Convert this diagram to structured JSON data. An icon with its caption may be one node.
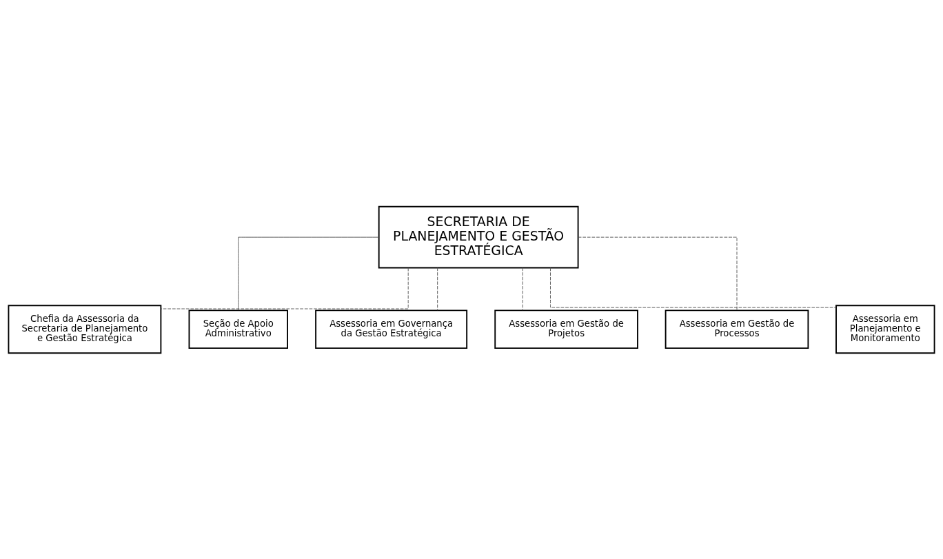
{
  "diagram": {
    "nodes": [
      {
        "text": [
          "SECRETARIA DE PLANEJAMENTO E GESTÃO ESTRATÉGICA"
        ]
      },
      {
        "text": [
          "Chefia da Assessoria da Secretaria de Planejamento e Gestão Estratégica"
        ]
      },
      {
        "text": [
          "Seção de Apoio Administrativo"
        ]
      },
      {
        "text": [
          "Assessoria em Governança da Gestão Estratégica"
        ]
      },
      {
        "text": [
          "Assessoria em Gestão de Projetos"
        ]
      },
      {
        "text": [
          "Assessoria em Gestão de Processos"
        ]
      },
      {
        "text": [
          "Assessoria em Planejamento e Monitoramento"
        ]
      }
    ],
    "edges": [
      {
        "from": 0,
        "to": 1,
        "arrow": "none",
        "style": "dashed"
      },
      {
        "from": 0,
        "to": 2,
        "arrow": "none"
      },
      {
        "from": 0,
        "to": 3,
        "arrow": "none",
        "style": "dashed"
      },
      {
        "from": 0,
        "to": 4,
        "arrow": "none",
        "style": "dashed"
      },
      {
        "from": 0,
        "to": 5,
        "arrow": "none",
        "style": "dashed"
      },
      {
        "from": 0,
        "to": 6,
        "arrow": "none",
        "style": "dashed"
      }
    ]
  }
}
